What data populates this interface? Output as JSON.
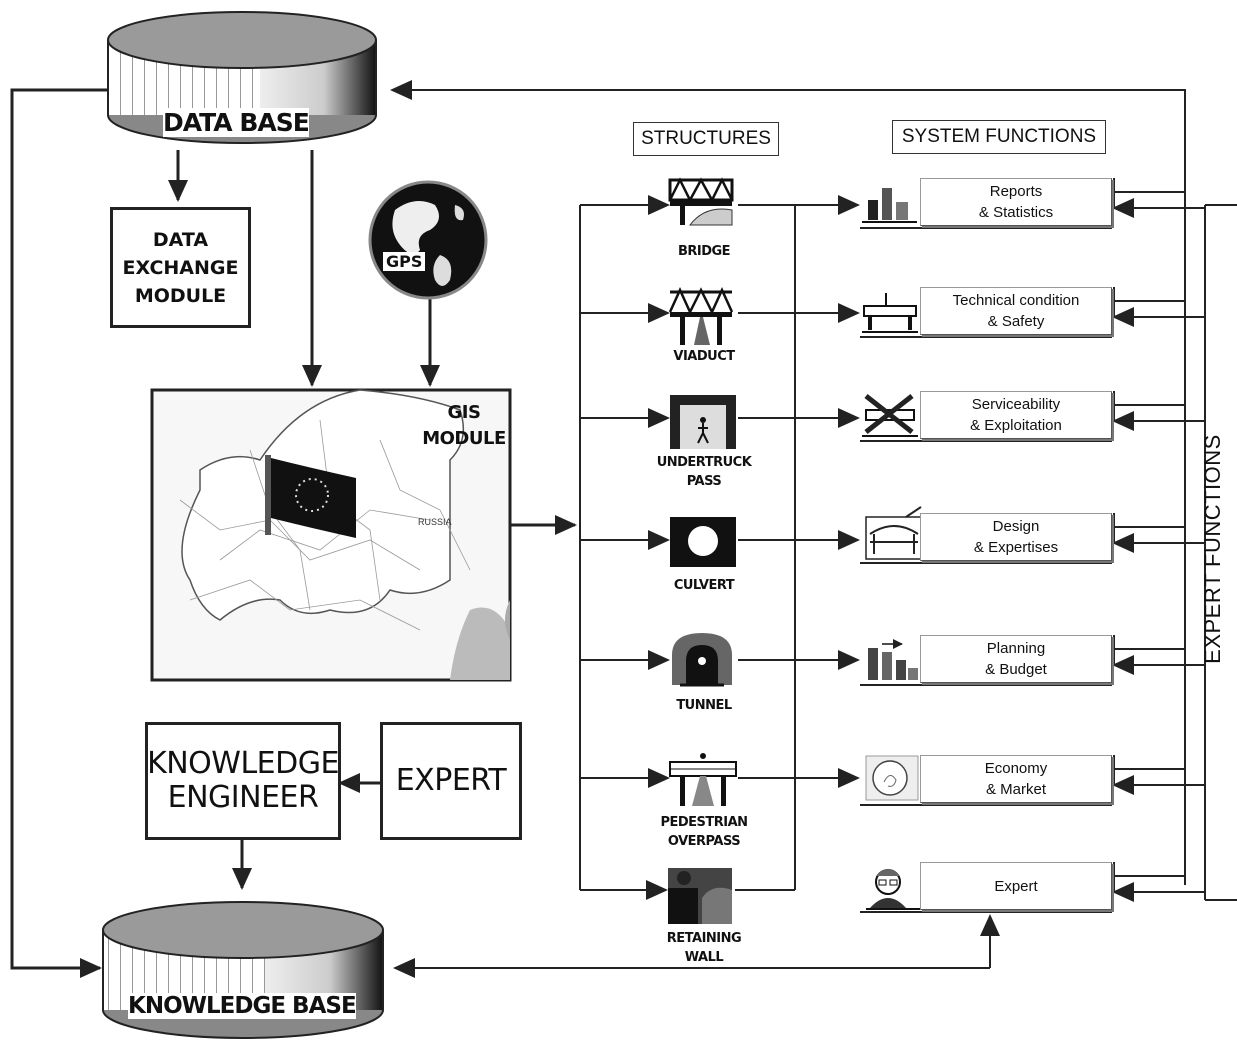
{
  "data_base": {
    "label": "DATA BASE"
  },
  "knowledge_base": {
    "label": "KNOWLEDGE BASE"
  },
  "data_exchange": {
    "label": "DATA\nEXCHANGE\nMODULE"
  },
  "gps": {
    "label": "GPS"
  },
  "gis": {
    "label": "GIS\nMODULE",
    "map_label_russia": "RUSSIA"
  },
  "knowledge_engineer": {
    "label": "KNOWLEDGE\nENGINEER"
  },
  "expert_box": {
    "label": "EXPERT"
  },
  "headers": {
    "structures": "STRUCTURES",
    "system_functions": "SYSTEM FUNCTIONS",
    "expert_functions": "EXPERT FUNCTIONS"
  },
  "structures": [
    {
      "label": "BRIDGE",
      "icon": "bridge-icon"
    },
    {
      "label": "VIADUCT",
      "icon": "viaduct-icon"
    },
    {
      "label": "UNDERTRUCK\nPASS",
      "icon": "undertruck-pass-icon"
    },
    {
      "label": "CULVERT",
      "icon": "culvert-icon"
    },
    {
      "label": "TUNNEL",
      "icon": "tunnel-icon"
    },
    {
      "label": "PEDESTRIAN\nOVERPASS",
      "icon": "pedestrian-overpass-icon"
    },
    {
      "label": "RETAINING\nWALL",
      "icon": "retaining-wall-icon"
    }
  ],
  "functions": [
    {
      "label": "Reports\n& Statistics",
      "icon": "bar-chart-icon"
    },
    {
      "label": "Technical condition\n& Safety",
      "icon": "inspection-icon"
    },
    {
      "label": "Serviceability\n& Exploitation",
      "icon": "crossed-bridge-icon"
    },
    {
      "label": "Design\n& Expertises",
      "icon": "design-icon"
    },
    {
      "label": "Planning\n& Budget",
      "icon": "coins-icon"
    },
    {
      "label": "Economy\n& Market",
      "icon": "coin-icon"
    },
    {
      "label": "Expert",
      "icon": "expert-face-icon"
    }
  ]
}
